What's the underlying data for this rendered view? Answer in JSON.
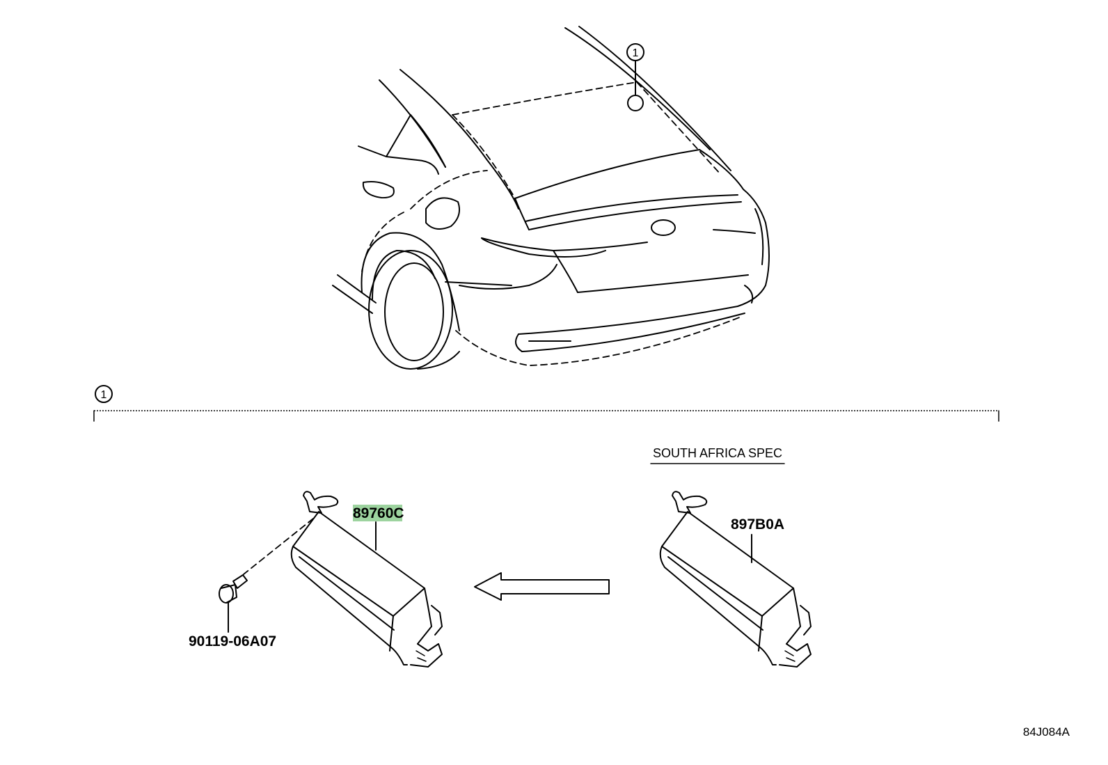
{
  "callouts": {
    "top_marker": "1",
    "section_marker": "1"
  },
  "section": {
    "spec_label": "SOUTH AFRICA SPEC"
  },
  "parts": {
    "left_unit": {
      "number": "89760C",
      "highlighted": true,
      "highlight_color": "#4caf50"
    },
    "right_unit": {
      "number": "897B0A"
    },
    "bolt": {
      "number": "90119-06A07"
    }
  },
  "figure_id": "84J084A"
}
